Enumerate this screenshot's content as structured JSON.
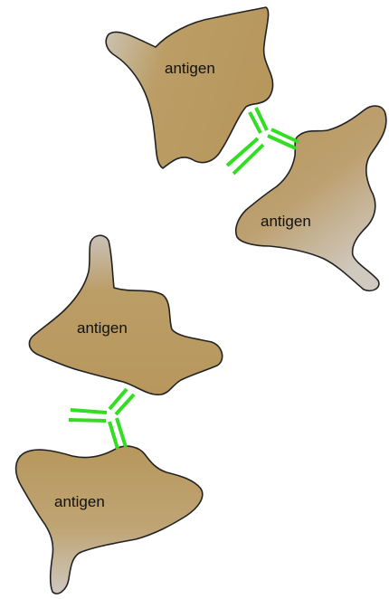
{
  "labels": {
    "antigen_1": "antigen",
    "antigen_2": "antigen",
    "antigen_3": "antigen",
    "antigen_4": "antigen"
  },
  "colors": {
    "antigen_fill_main": "#b99a60",
    "antigen_fill_tail": "#cfc8bd",
    "antibody": "#33dd22",
    "outline": "#222222"
  }
}
